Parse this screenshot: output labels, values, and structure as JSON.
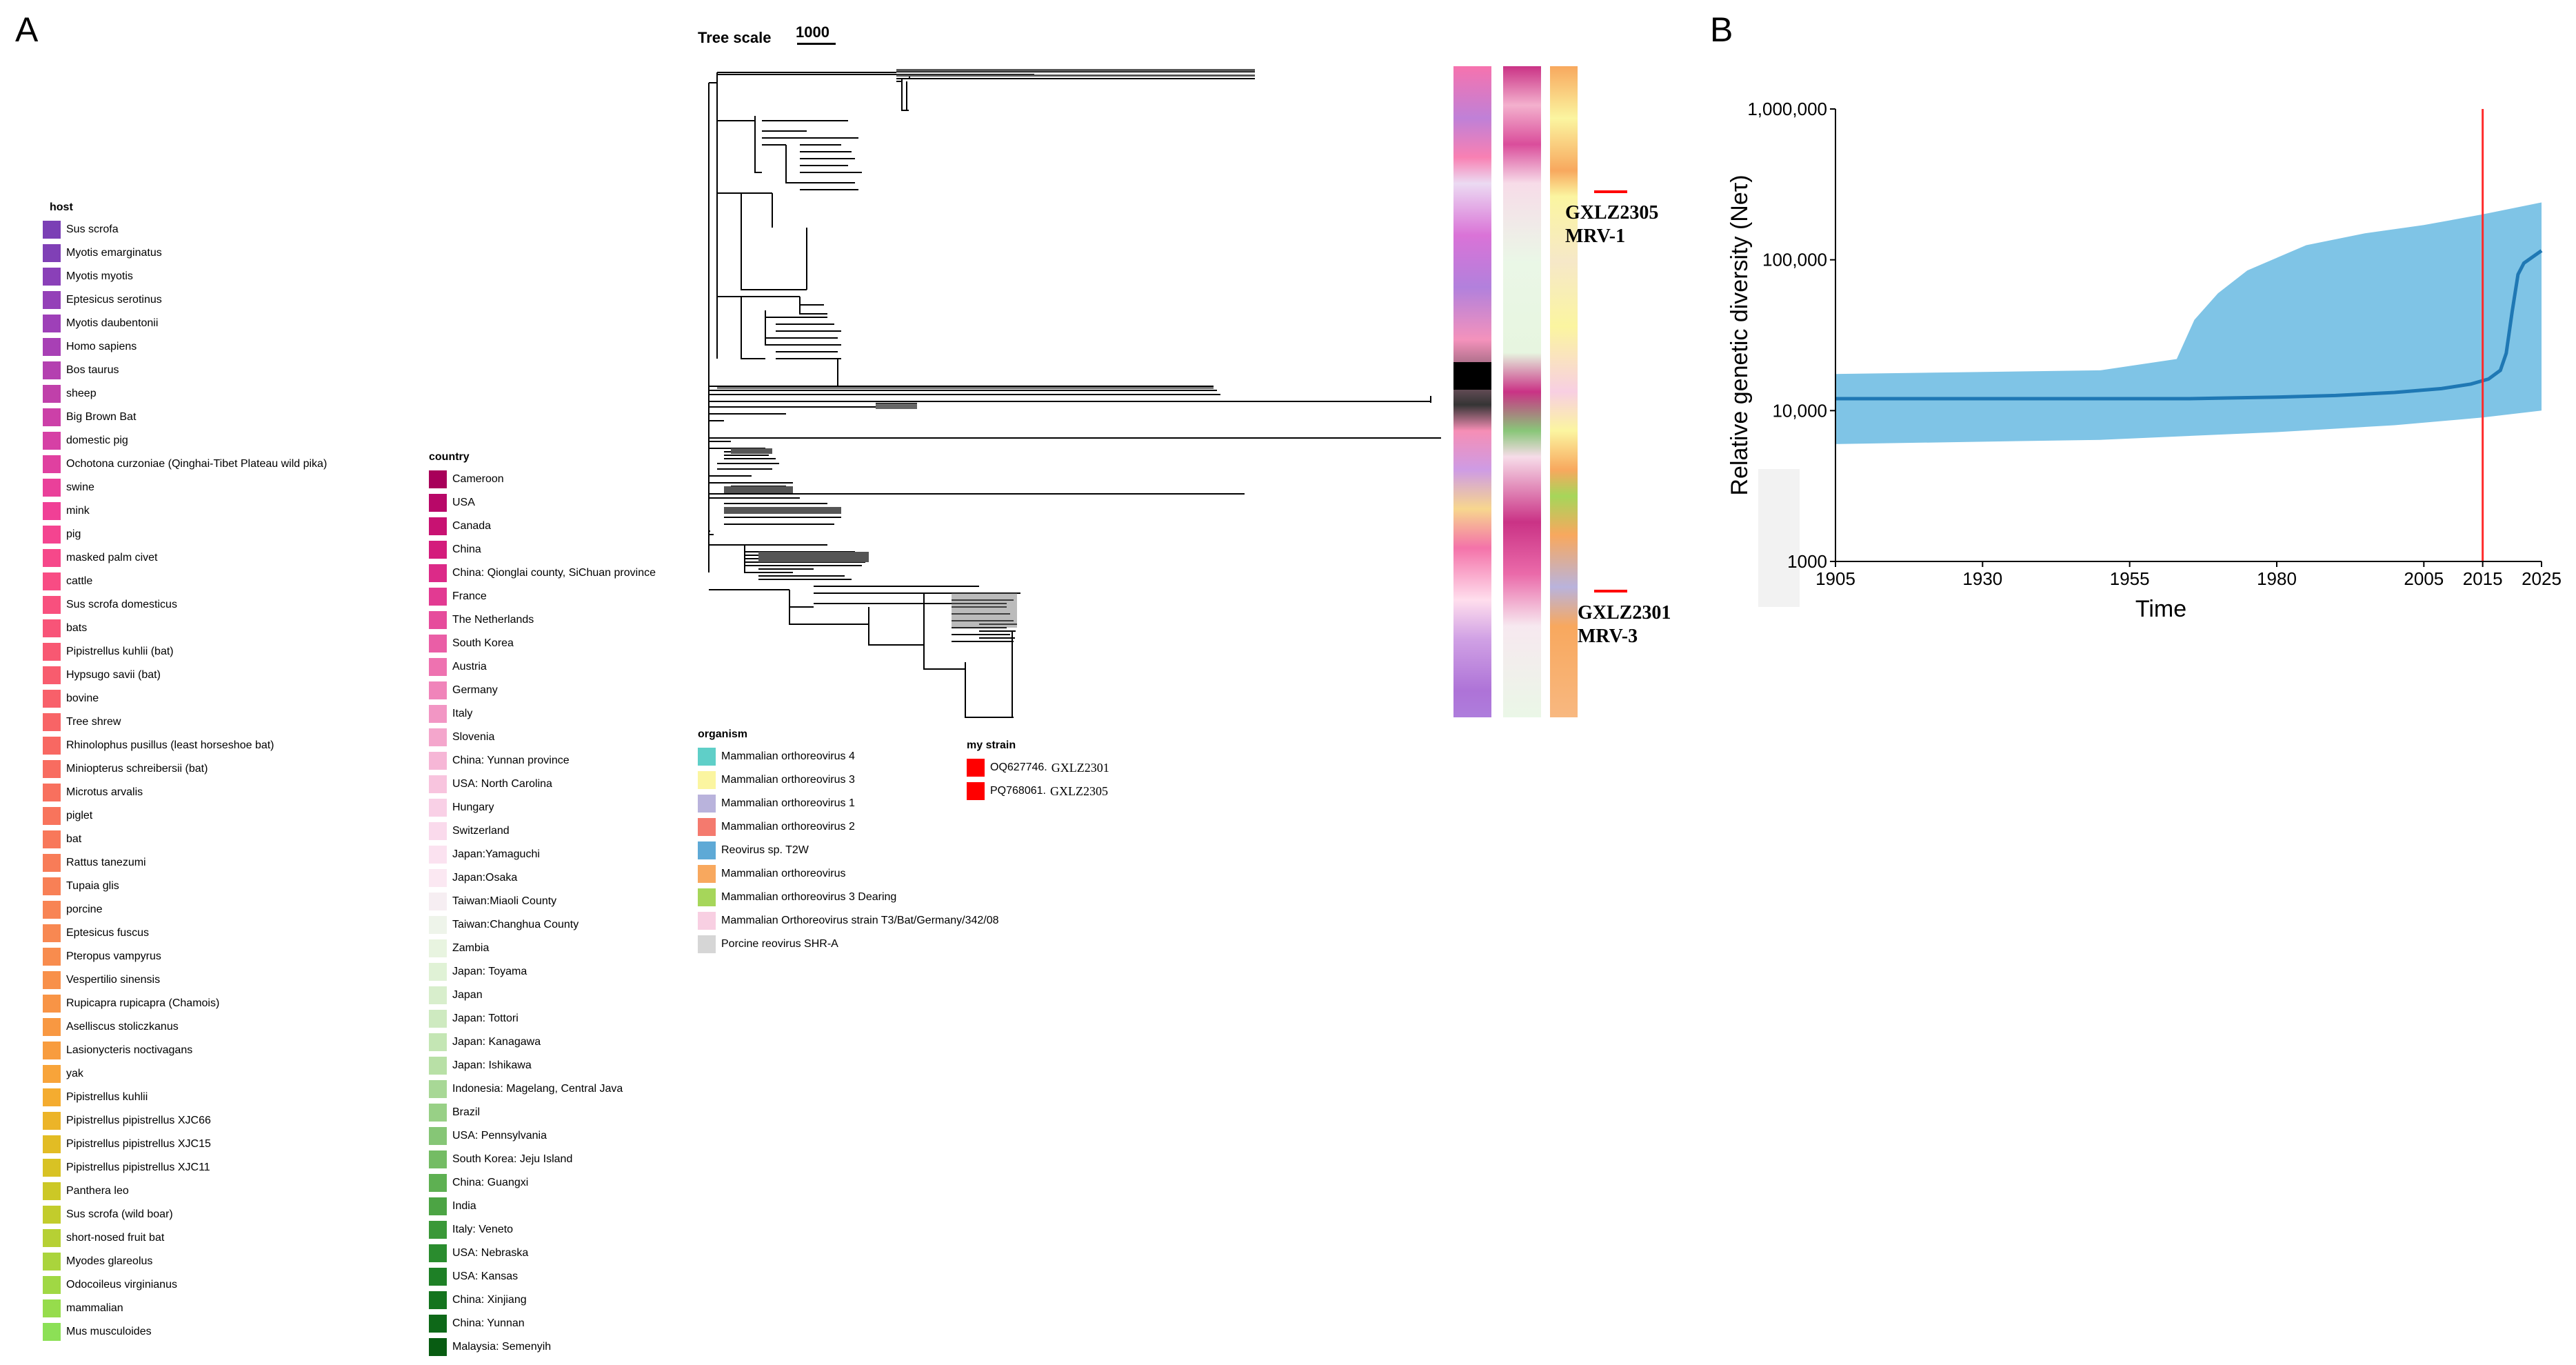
{
  "panels": {
    "a": "A",
    "b": "B"
  },
  "tree": {
    "scale_label": "Tree scale",
    "scale_value": "1000"
  },
  "strain_labels": [
    {
      "name": "GXLZ2305",
      "type": "MRV-1"
    },
    {
      "name": "GXLZ2301",
      "type": "MRV-3"
    }
  ],
  "host_legend": {
    "title": "host",
    "items": [
      {
        "label": "Sus scrofa",
        "color": "#7b3fb5"
      },
      {
        "label": "Myotis emarginatus",
        "color": "#8040b6"
      },
      {
        "label": "Myotis myotis",
        "color": "#8a40b8"
      },
      {
        "label": "Eptesicus serotinus",
        "color": "#9440b8"
      },
      {
        "label": "Myotis daubentonii",
        "color": "#9e40b8"
      },
      {
        "label": "Homo sapiens",
        "color": "#a840b5"
      },
      {
        "label": "Bos taurus",
        "color": "#b440b0"
      },
      {
        "label": "sheep",
        "color": "#c040aa"
      },
      {
        "label": "Big Brown Bat",
        "color": "#cc40a8"
      },
      {
        "label": "domestic pig",
        "color": "#d640a5"
      },
      {
        "label": "Ochotona curzoniae (Qinghai-Tibet Plateau wild pika)",
        "color": "#e040a0"
      },
      {
        "label": "swine",
        "color": "#ea409a"
      },
      {
        "label": "mink",
        "color": "#f04096"
      },
      {
        "label": "pig",
        "color": "#f44490"
      },
      {
        "label": "masked palm civet",
        "color": "#f6488a"
      },
      {
        "label": "cattle",
        "color": "#f84c84"
      },
      {
        "label": "Sus scrofa domesticus",
        "color": "#f8507e"
      },
      {
        "label": "bats",
        "color": "#f85478"
      },
      {
        "label": "Pipistrellus kuhlii (bat)",
        "color": "#f85872"
      },
      {
        "label": "Hypsugo savii (bat)",
        "color": "#f85c6e"
      },
      {
        "label": "bovine",
        "color": "#f8606a"
      },
      {
        "label": "Tree shrew",
        "color": "#f86466"
      },
      {
        "label": "Rhinolophus pusillus (least horseshoe bat)",
        "color": "#f86862"
      },
      {
        "label": "Miniopterus schreibersii (bat)",
        "color": "#f86c60"
      },
      {
        "label": "Microtus arvalis",
        "color": "#f8705e"
      },
      {
        "label": "piglet",
        "color": "#f8745c"
      },
      {
        "label": "bat",
        "color": "#f8785a"
      },
      {
        "label": "Rattus tanezumi",
        "color": "#f87c58"
      },
      {
        "label": "Tupaia glis",
        "color": "#f88056"
      },
      {
        "label": "porcine",
        "color": "#f88454"
      },
      {
        "label": "Eptesicus fuscus",
        "color": "#f88852"
      },
      {
        "label": "Pteropus vampyrus",
        "color": "#f88c4e"
      },
      {
        "label": "Vespertilio sinensis",
        "color": "#f8904a"
      },
      {
        "label": "Rupicapra rupicapra (Chamois)",
        "color": "#f89446"
      },
      {
        "label": "Aselliscus stoliczkanus",
        "color": "#f89842"
      },
      {
        "label": "Lasionycteris noctivagans",
        "color": "#f89c3e"
      },
      {
        "label": "yak",
        "color": "#f8a43a"
      },
      {
        "label": "Pipistrellus kuhlii",
        "color": "#f4ac30"
      },
      {
        "label": "Pipistrellus pipistrellus XJC66",
        "color": "#ecb428"
      },
      {
        "label": "Pipistrellus pipistrellus XJC15",
        "color": "#e2bc24"
      },
      {
        "label": "Pipistrellus pipistrellus XJC11",
        "color": "#d8c224"
      },
      {
        "label": "Panthera leo",
        "color": "#ccc826"
      },
      {
        "label": "Sus scrofa (wild boar)",
        "color": "#c2cc2c"
      },
      {
        "label": "short-nosed fruit bat",
        "color": "#b6d034"
      },
      {
        "label": "Myodes glareolus",
        "color": "#aad43c"
      },
      {
        "label": "Odocoileus virginianus",
        "color": "#a0d844"
      },
      {
        "label": "mammalian",
        "color": "#96dc4c"
      },
      {
        "label": "Mus musculoides",
        "color": "#8ce056"
      }
    ]
  },
  "country_legend": {
    "title": "country",
    "items": [
      {
        "label": "Cameroon",
        "color": "#a8005a"
      },
      {
        "label": "USA",
        "color": "#b80868"
      },
      {
        "label": "Canada",
        "color": "#c81272"
      },
      {
        "label": "China",
        "color": "#d41c7c"
      },
      {
        "label": "China: Qionglai county, SiChuan province",
        "color": "#dc2a88"
      },
      {
        "label": "France",
        "color": "#e23a92"
      },
      {
        "label": "The Netherlands",
        "color": "#e64c9c"
      },
      {
        "label": "South Korea",
        "color": "#ea5ea6"
      },
      {
        "label": "Austria",
        "color": "#ee72b0"
      },
      {
        "label": "Germany",
        "color": "#f084ba"
      },
      {
        "label": "Italy",
        "color": "#f296c4"
      },
      {
        "label": "Slovenia",
        "color": "#f4a6cc"
      },
      {
        "label": "China: Yunnan province",
        "color": "#f6b6d6"
      },
      {
        "label": "USA: North Carolina",
        "color": "#f8c4de"
      },
      {
        "label": "Hungary",
        "color": "#f9d0e6"
      },
      {
        "label": "Switzerland",
        "color": "#fadaec"
      },
      {
        "label": "Japan:Yamaguchi",
        "color": "#fbe2f0"
      },
      {
        "label": "Japan:Osaka",
        "color": "#fbe8f2"
      },
      {
        "label": "Taiwan:Miaoli County",
        "color": "#f6eef2"
      },
      {
        "label": "Taiwan:Changhua County",
        "color": "#eef4ea"
      },
      {
        "label": "Zambia",
        "color": "#e8f4e0"
      },
      {
        "label": "Japan: Toyama",
        "color": "#e0f2d6"
      },
      {
        "label": "Japan",
        "color": "#d8eecc"
      },
      {
        "label": "Japan: Tottori",
        "color": "#ceeac0"
      },
      {
        "label": "Japan: Kanagawa",
        "color": "#c4e6b4"
      },
      {
        "label": "Japan: Ishikawa",
        "color": "#b8e0a6"
      },
      {
        "label": "Indonesia: Magelang, Central Java",
        "color": "#a8d896"
      },
      {
        "label": "Brazil",
        "color": "#98d086"
      },
      {
        "label": "USA: Pennsylvania",
        "color": "#86c676"
      },
      {
        "label": "South Korea: Jeju Island",
        "color": "#74bc64"
      },
      {
        "label": "China: Guangxi",
        "color": "#5eb052"
      },
      {
        "label": "India",
        "color": "#4ca444"
      },
      {
        "label": "Italy: Veneto",
        "color": "#3a9838"
      },
      {
        "label": "USA: Nebraska",
        "color": "#2a8c2e"
      },
      {
        "label": "USA: Kansas",
        "color": "#1e8026"
      },
      {
        "label": "China: Xinjiang",
        "color": "#14741e"
      },
      {
        "label": "China: Yunnan",
        "color": "#0e6818"
      },
      {
        "label": "Malaysia: Semenyih",
        "color": "#085c12"
      }
    ]
  },
  "organism_legend": {
    "title": "organism",
    "items": [
      {
        "label": "Mammalian orthoreovirus 4",
        "color": "#5fcfc8"
      },
      {
        "label": "Mammalian orthoreovirus 3",
        "color": "#fbf5a0"
      },
      {
        "label": "Mammalian orthoreovirus 1",
        "color": "#b9b3dc"
      },
      {
        "label": "Mammalian orthoreovirus 2",
        "color": "#f47a6e"
      },
      {
        "label": "Reovirus sp. T2W",
        "color": "#5ea9d6"
      },
      {
        "label": "Mammalian orthoreovirus",
        "color": "#f8a85e"
      },
      {
        "label": "Mammalian orthoreovirus 3 Dearing",
        "color": "#a6d65a"
      },
      {
        "label": "Mammalian Orthoreovirus strain T3/Bat/Germany/342/08",
        "color": "#f8cfe2"
      },
      {
        "label": "Porcine reovirus SHR-A",
        "color": "#d6d6d6"
      }
    ]
  },
  "strain_legend": {
    "title": "my strain",
    "items": [
      {
        "label": "OQ627746.",
        "strain": "GXLZ2301",
        "color": "#ff0000"
      },
      {
        "label": "PQ768061.",
        "strain": "GXLZ2305",
        "color": "#ff0000"
      }
    ]
  },
  "chart_data": {
    "type": "area",
    "title": "",
    "xlabel": "Time",
    "ylabel": "Relative genetic diversity (Neτ)",
    "y_scale": "log",
    "xlim": [
      1905,
      2025
    ],
    "ylim": [
      1000,
      1000000
    ],
    "x_ticks": [
      "1905",
      "1930",
      "1955",
      "1980",
      "2005",
      "2015",
      "2025"
    ],
    "y_ticks": [
      "1000",
      "10,000",
      "100,000",
      "1,000,000"
    ],
    "reference_line": {
      "x": 2015,
      "color": "#ff2a2a"
    },
    "band_color": "#7fc4e6",
    "line_color": "#1f78b4",
    "series": [
      {
        "role": "median",
        "x": [
          1905,
          1960,
          1965,
          1970,
          1980,
          1990,
          2000,
          2008,
          2013,
          2016,
          2018,
          2019,
          2020,
          2021,
          2022,
          2025
        ],
        "y": [
          12000,
          12000,
          12000,
          12100,
          12300,
          12600,
          13200,
          14000,
          15000,
          16200,
          18500,
          24000,
          45000,
          80000,
          95000,
          115000
        ]
      },
      {
        "role": "upper",
        "x": [
          1905,
          1950,
          1963,
          1966,
          1970,
          1975,
          1985,
          1995,
          2005,
          2015,
          2025
        ],
        "y": [
          17500,
          18500,
          22000,
          40000,
          60000,
          85000,
          125000,
          150000,
          170000,
          200000,
          240000
        ]
      },
      {
        "role": "lower",
        "x": [
          1905,
          1950,
          1980,
          2000,
          2015,
          2025
        ],
        "y": [
          6000,
          6400,
          7200,
          8000,
          9000,
          10000
        ]
      }
    ]
  }
}
